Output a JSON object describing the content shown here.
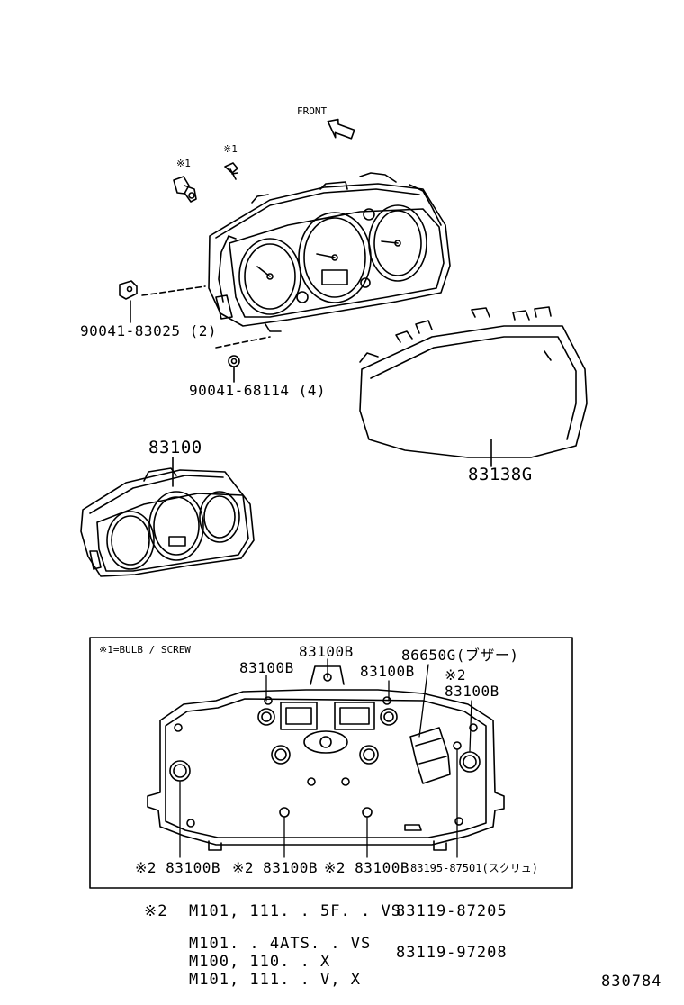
{
  "labels": {
    "front": "FRONT",
    "bulb_mark_a": "※1",
    "bulb_mark_b": "※1",
    "part_90041_83025": "90041-83025 (2)",
    "part_90041_68114": "90041-68114 (4)",
    "part_83100_assy": "83100",
    "part_83138G": "83138G"
  },
  "inset": {
    "legend": "※1=BULB / SCREW",
    "callouts": {
      "top_center": "83100B",
      "top_left": "83100B",
      "top_right": "83100B",
      "buzzer": "86650G(ブザー)",
      "right_mark": "※2",
      "right": "83100B",
      "bottom_1": "※2 83100B",
      "bottom_2": "※2 83100B",
      "bottom_3": "※2 83100B",
      "bottom_screw": "83195-87501(スクリュ)"
    }
  },
  "applicability": {
    "mark": "※2",
    "row1_models": "M101, 111. . 5F. . VS",
    "row1_part": "83119-87205",
    "row2_models_a": "M101. . 4ATS. . VS",
    "row2_models_b": "M100, 110. . X",
    "row2_models_c": "M101, 111. . V, X",
    "row2_part": "83119-97208"
  },
  "figure_number": "830784"
}
